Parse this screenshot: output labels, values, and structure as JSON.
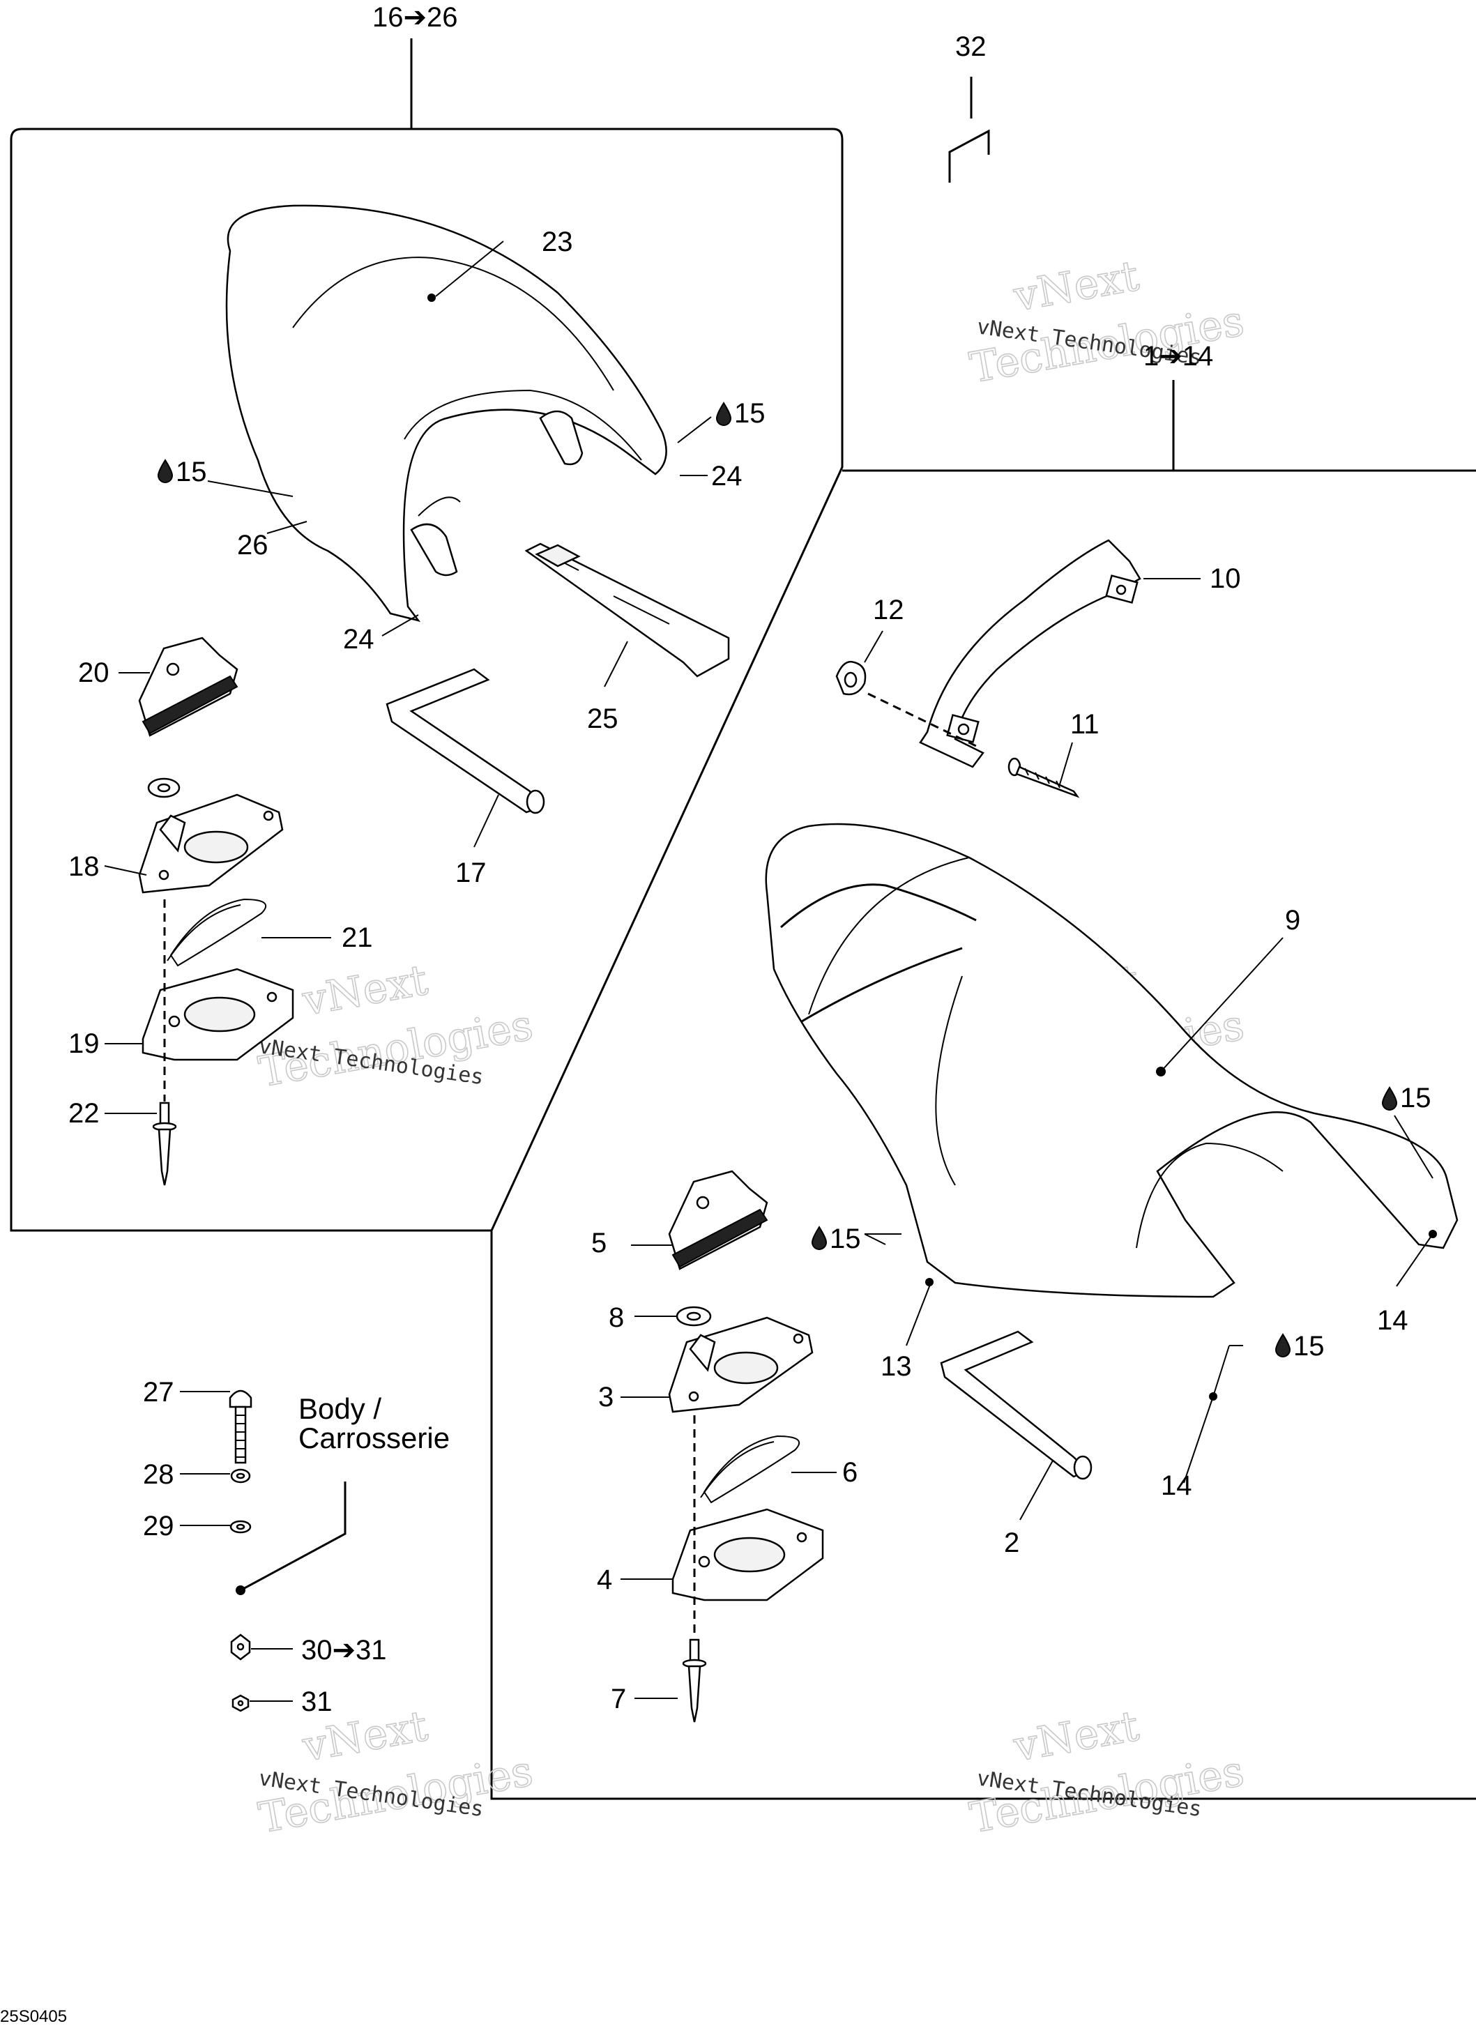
{
  "diagram": {
    "drawing_code": "25S0405",
    "watermark": {
      "line1": "vNext",
      "line2": "vNext Technologies",
      "line3": "Technologies"
    },
    "body_label": {
      "line1": "Body /",
      "line2": "Carrosserie"
    },
    "callouts": {
      "c16_26": "16➔26",
      "c32": "32",
      "c23": "23",
      "c15a": "15",
      "c15b": "15",
      "c15c": "15",
      "c15d": "15",
      "c15e": "15",
      "c24a": "24",
      "c24b": "24",
      "c26": "26",
      "c20": "20",
      "c25": "25",
      "c18": "18",
      "c17": "17",
      "c21": "21",
      "c19": "19",
      "c22": "22",
      "c1_14": "1➔14",
      "c10": "10",
      "c12": "12",
      "c11": "11",
      "c9": "9",
      "c5": "5",
      "c8": "8",
      "c3": "3",
      "c13": "13",
      "c14a": "14",
      "c14b": "14",
      "c6": "6",
      "c2": "2",
      "c4": "4",
      "c7": "7",
      "c27": "27",
      "c28": "28",
      "c29": "29",
      "c30_31": "30➔31",
      "c31": "31"
    }
  }
}
